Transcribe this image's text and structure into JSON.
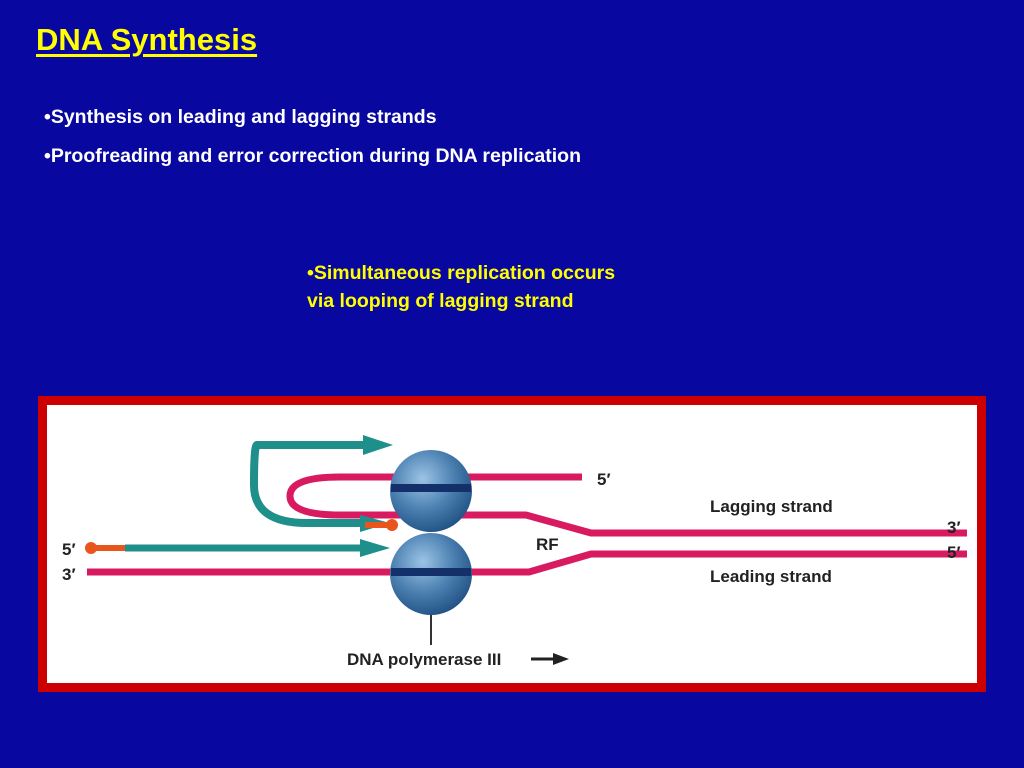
{
  "slide": {
    "title": "DNA Synthesis",
    "bullets": [
      "•Synthesis on leading and lagging strands",
      "•Proofreading and error correction during DNA replication"
    ],
    "callout": "•Simultaneous replication occurs via looping of lagging strand"
  },
  "figure": {
    "labels": {
      "lagging_top_end": "5′",
      "lagging_strand": "Lagging strand",
      "lagging_right_end": "3′",
      "leading_right_end": "5′",
      "leading_strand": "Leading strand",
      "rf": "RF",
      "left_top_end": "5′",
      "left_bottom_end": "3′",
      "polymerase": "DNA polymerase III"
    },
    "colors": {
      "background": "#0808a0",
      "title": "#ffff00",
      "frame": "#cc0000",
      "strand": "#d81b60",
      "new_strand": "#1e8f8a",
      "primer": "#e8561e",
      "polymerase": "#4a7fb0"
    }
  }
}
